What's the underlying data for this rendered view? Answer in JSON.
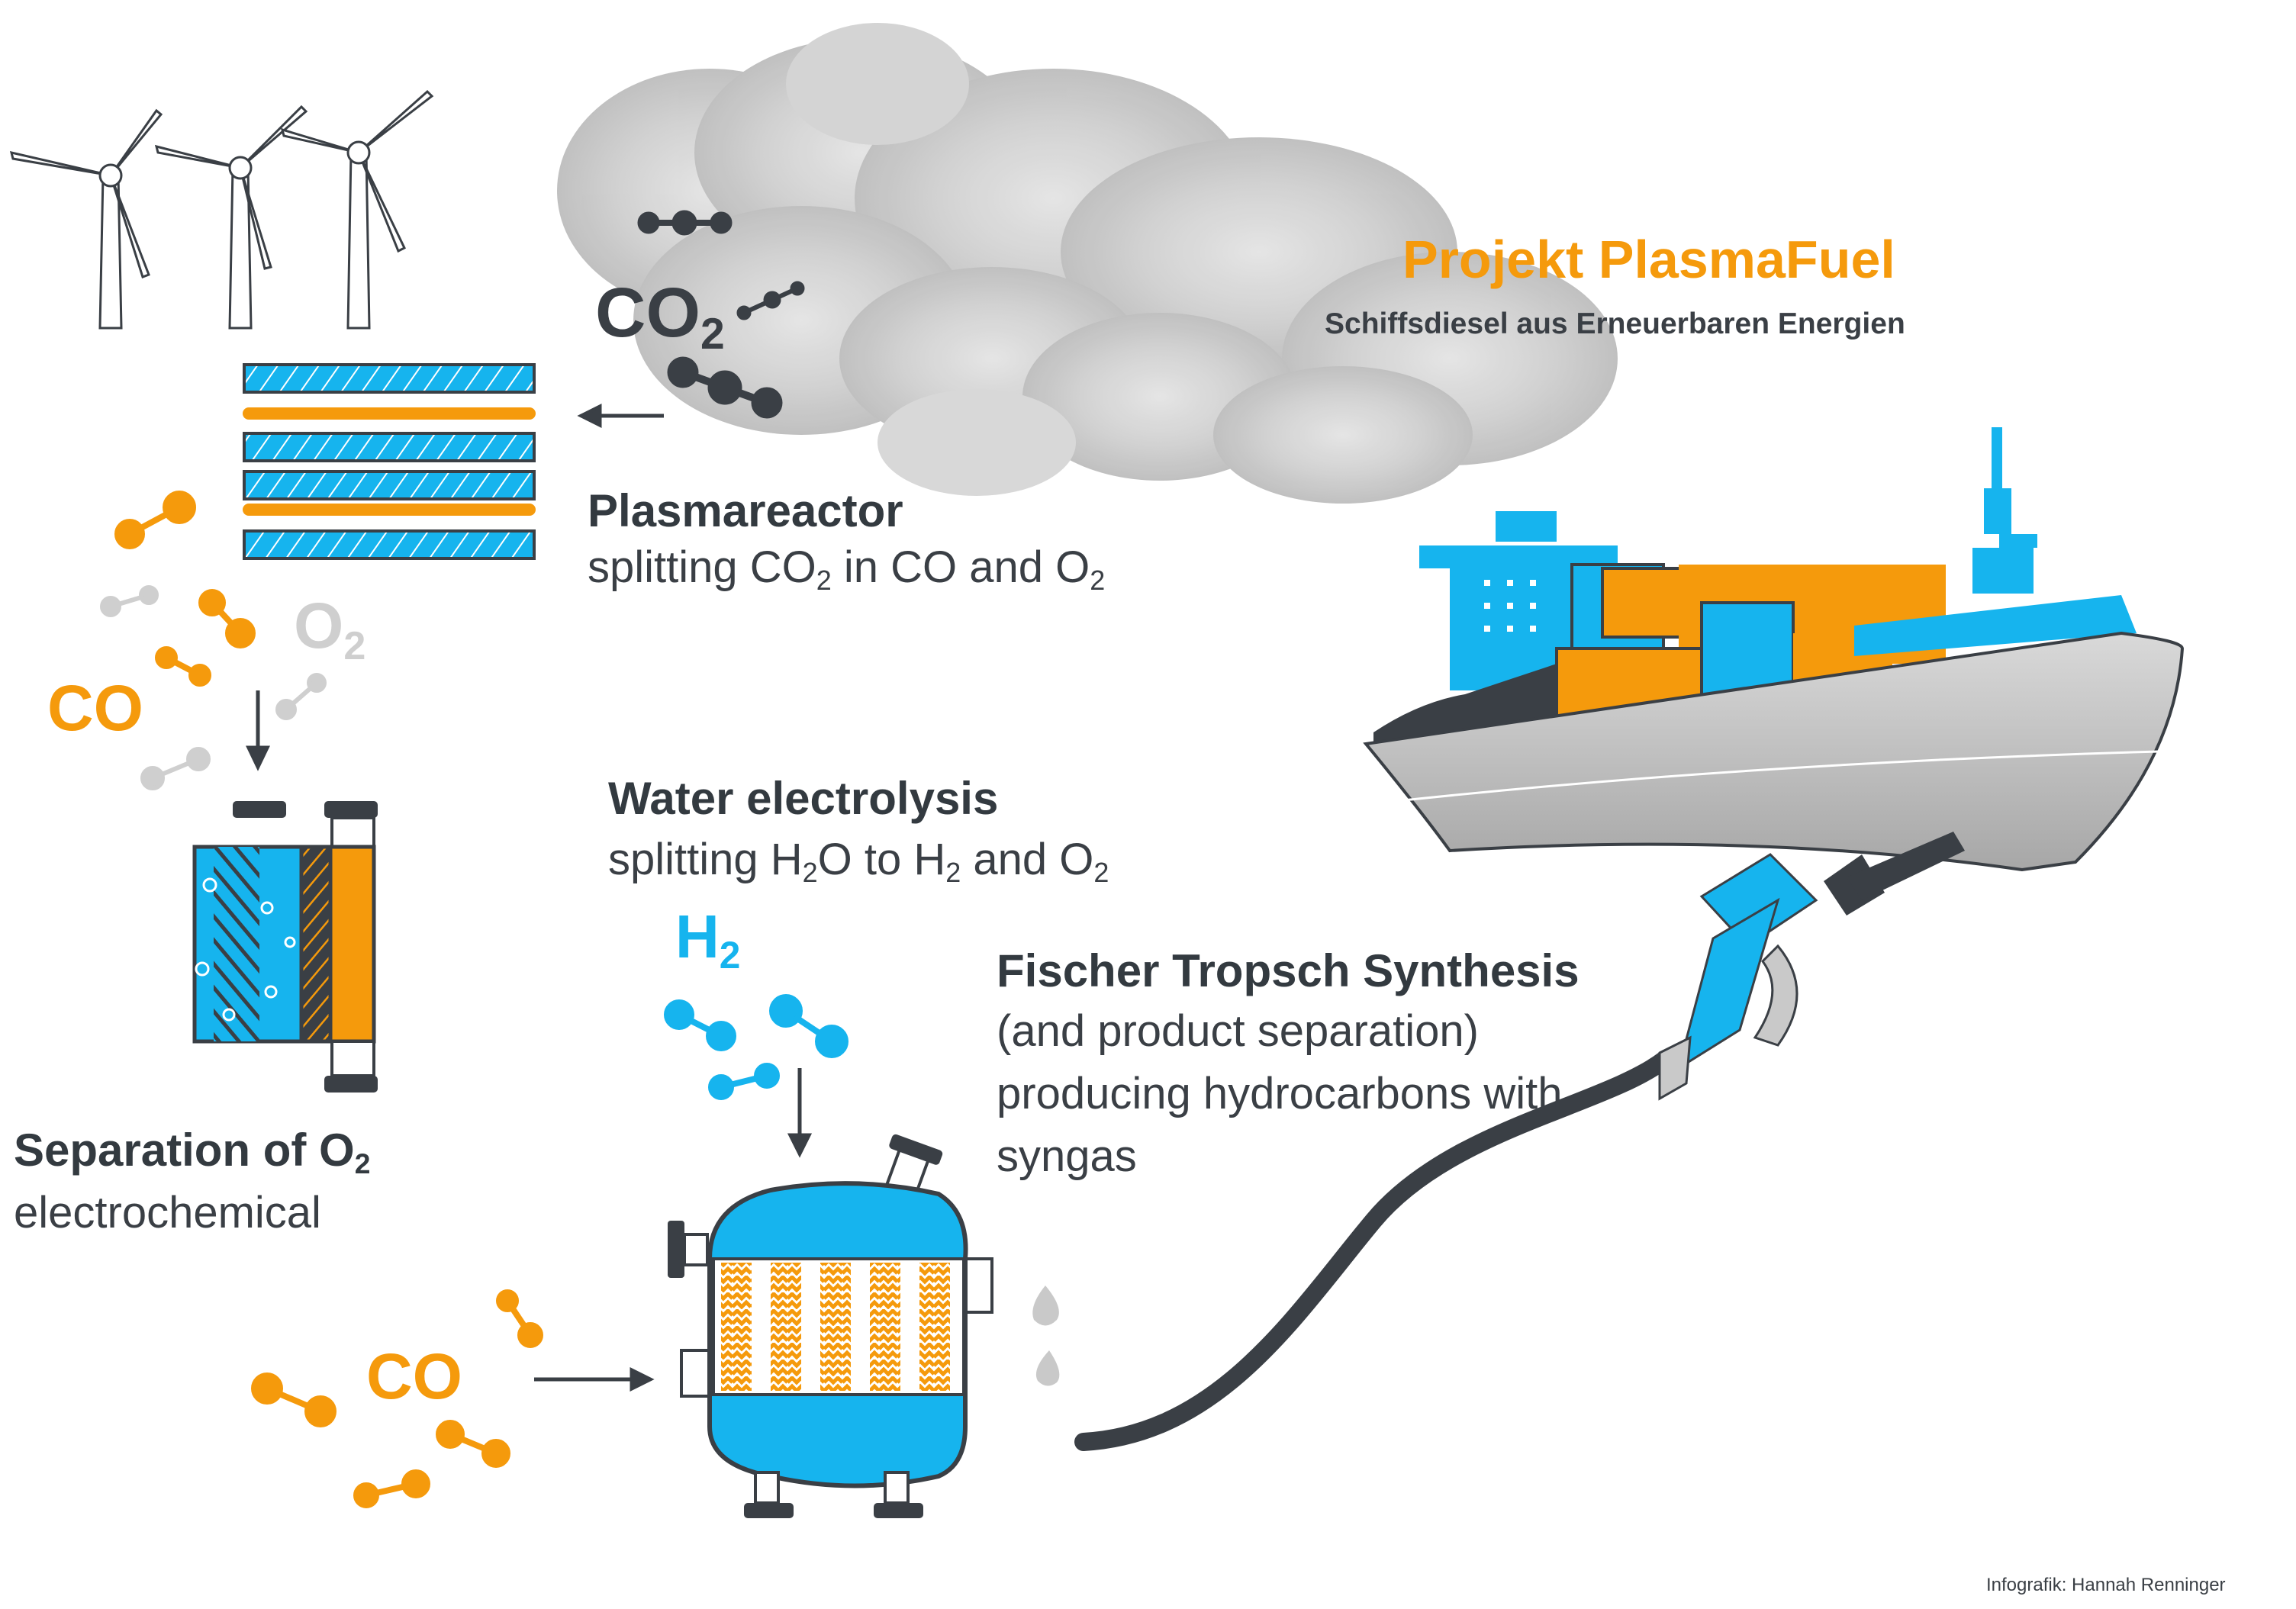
{
  "title": {
    "projekt": "Projekt",
    "name": "PlasmaFuel",
    "subtitle": "Schiffsdiesel aus Erneuerbaren Energien"
  },
  "plasmareactor": {
    "heading": "Plasmareactor",
    "desc_pre": "splitting ",
    "desc_f1": "CO",
    "desc_f1_sub": "2",
    "desc_mid": " in CO and ",
    "desc_f2": "O",
    "desc_f2_sub": "2"
  },
  "water_electrolysis": {
    "heading": "Water electrolysis",
    "desc_pre": "splitting ",
    "h2o_a": "H",
    "h2o_sub": "2",
    "h2o_b": "O",
    "mid": " to ",
    "h2_a": "H",
    "h2_sub": "2",
    "and": " and ",
    "o2_a": "O",
    "o2_sub": "2"
  },
  "fischer_tropsch": {
    "heading": "Fischer Tropsch Synthesis",
    "line1": "(and product separation)",
    "line2": "producing hydrocarbons with",
    "line3": "syngas"
  },
  "separation": {
    "heading_a": "Separation of O",
    "heading_sub": "2",
    "desc": "electrochemical"
  },
  "molecules": {
    "co2_a": "CO",
    "co2_sub": "2",
    "o2_a": "O",
    "o2_sub": "2",
    "co_top": "CO",
    "h2_a": "H",
    "h2_sub": "2",
    "co_bottom": "CO"
  },
  "credit": "Infografik: Hannah Renninger",
  "colors": {
    "orange": "#f59a0c",
    "blue": "#16b4ee",
    "dark": "#3a3f45",
    "grey": "#c8c8c8"
  }
}
